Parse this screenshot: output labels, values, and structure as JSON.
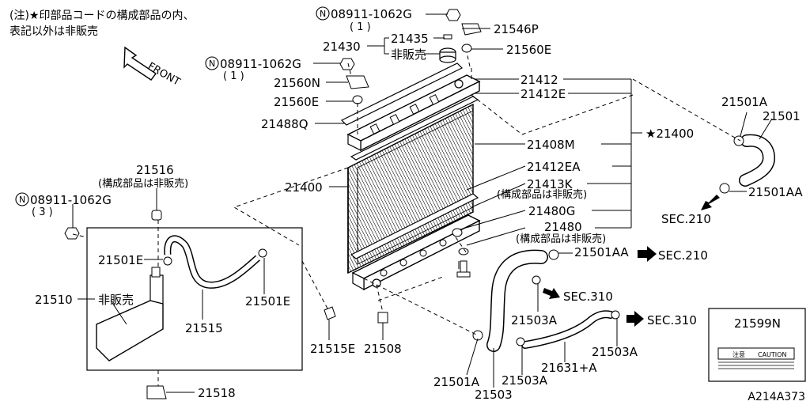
{
  "note": {
    "line1": "(注)★印部品コードの構成部品の内、",
    "line2": "表記以外は非販売"
  },
  "front_label": "FRONT",
  "drawing_code": "A214A373",
  "labels": {
    "n08911_top": "08911-1062G",
    "n08911_top_qty": "( 1 )",
    "n08911_mid": "08911-1062G",
    "n08911_mid_qty": "( 1 )",
    "n08911_left": "08911-1062G",
    "n08911_left_qty": "( 3 )",
    "p21546P": "21546P",
    "p21435": "21435",
    "p21430": "21430",
    "hihanbai_cap": "非販売",
    "p21560E_top": "21560E",
    "p21560N": "21560N",
    "p21560E_mid": "21560E",
    "p21488Q": "21488Q",
    "p21412": "21412",
    "p21412E": "21412E",
    "p21501A_top": "21501A",
    "p21501": "21501",
    "star21400": "★21400",
    "p21408M": "21408M",
    "p21400": "21400",
    "p21412EA": "21412EA",
    "p21413K": "21413K",
    "kosei_21413K": "(構成部品は非販売)",
    "p21501AA_right": "21501AA",
    "sec210_right": "SEC.210",
    "p21480G": "21480G",
    "p21480": "21480",
    "kosei_21480": "(構成部品は非販売)",
    "p21501AA_mid": "21501AA",
    "sec210_mid": "SEC.210",
    "p21516": "21516",
    "kosei_21516": "(構成部品は非販売)",
    "p21501E_left": "21501E",
    "p21501E_right": "21501E",
    "p21510": "21510",
    "hihanbai_tank": "非販売",
    "p21515": "21515",
    "p21515E": "21515E",
    "p21508": "21508",
    "p21503A_a": "21503A",
    "sec310_a": "SEC.310",
    "sec310_b": "SEC.310",
    "p21503A_b": "21503A",
    "p21631A": "21631+A",
    "p21503A_c": "21503A",
    "p21501A_bottom": "21501A",
    "p21503": "21503",
    "p21518": "21518",
    "p21599N": "21599N",
    "caution_text": "CAUTION",
    "chui_text": "注意"
  }
}
